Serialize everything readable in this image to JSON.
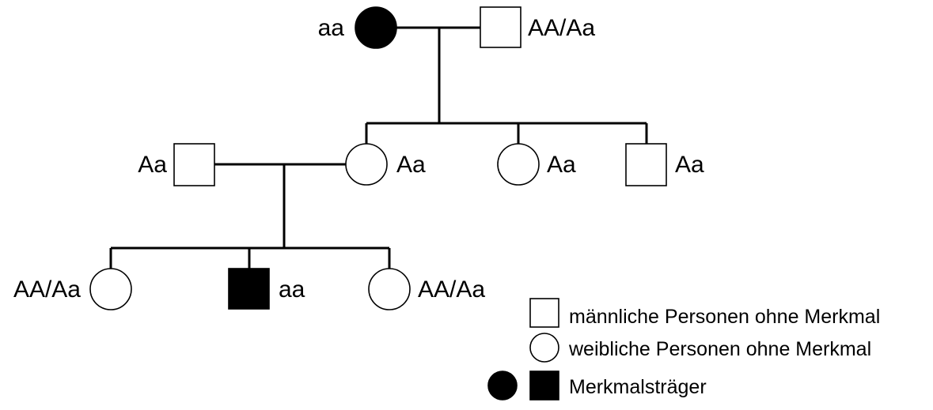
{
  "individuals": {
    "gen1_mother": {
      "sex": "female",
      "affected": true,
      "genotype": "aa"
    },
    "gen1_father": {
      "sex": "male",
      "affected": false,
      "genotype": "AA/Aa"
    },
    "gen2_husband": {
      "sex": "male",
      "affected": false,
      "genotype": "Aa"
    },
    "gen2_daughter": {
      "sex": "female",
      "affected": false,
      "genotype": "Aa"
    },
    "gen2_sister": {
      "sex": "female",
      "affected": false,
      "genotype": "Aa"
    },
    "gen2_brother": {
      "sex": "male",
      "affected": false,
      "genotype": "Aa"
    },
    "gen3_girl1": {
      "sex": "female",
      "affected": false,
      "genotype": "AA/Aa"
    },
    "gen3_boy": {
      "sex": "male",
      "affected": true,
      "genotype": "aa"
    },
    "gen3_girl2": {
      "sex": "female",
      "affected": false,
      "genotype": "AA/Aa"
    }
  },
  "legend": {
    "male_unaffected": "männliche Personen ohne Merkmal",
    "female_unaffected": "weibliche Personen ohne Merkmal",
    "affected": "Merkmalsträger"
  },
  "colors": {
    "affected": "#000000",
    "unaffected": "#ffffff",
    "line": "#000000"
  }
}
